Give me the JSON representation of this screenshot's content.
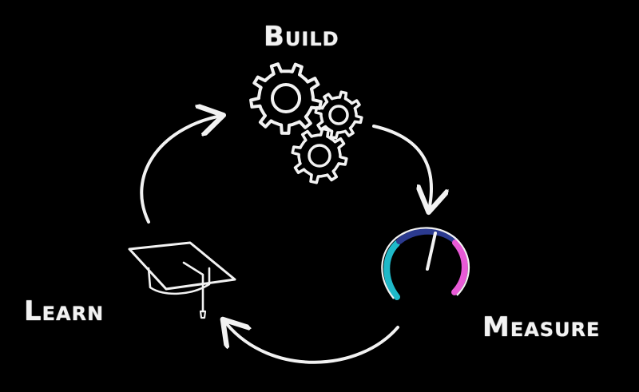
{
  "stages": {
    "build": "Build",
    "measure": "Measure",
    "learn": "Learn"
  },
  "icons": {
    "build": "gears-icon",
    "measure": "gauge-icon",
    "learn": "graduation-cap-icon"
  },
  "colors": {
    "background": "#000000",
    "stroke": "#f2f2f2",
    "gauge_cyan": "#1fb9c9",
    "gauge_navy": "#2b3a8f",
    "gauge_pink": "#e85ad6"
  }
}
